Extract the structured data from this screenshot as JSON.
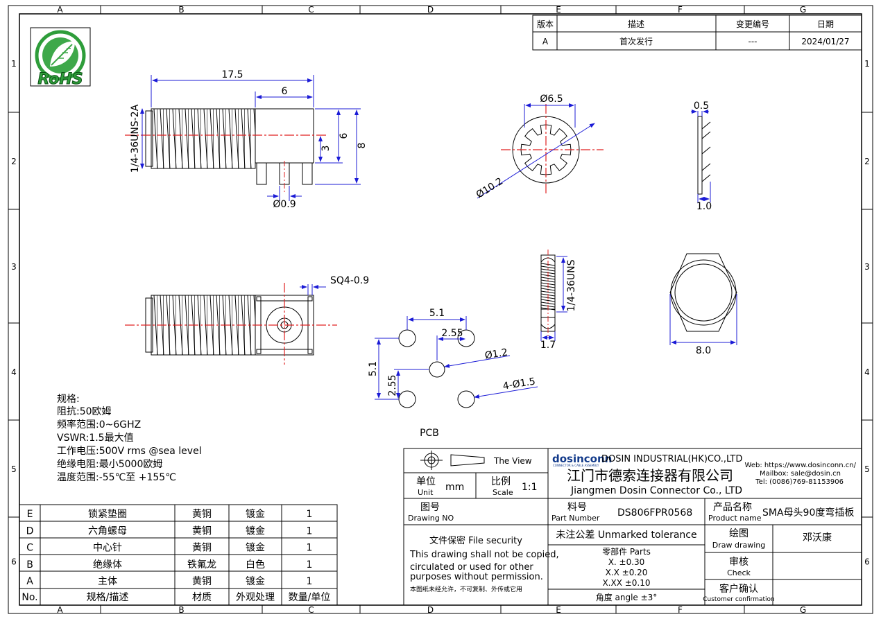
{
  "title_block": {
    "company_en": "DOSIN INDUSTRIAL(HK)CO.,LTD",
    "company_cn": "江门市德索连接器有限公司",
    "company_en2": "Jiangmen Dosin Connector Co., LTD",
    "web": "Web: https://www.dosinconn.cn/",
    "mail": "Mailbox: sale@dosin.cn",
    "tel": "Tel: (0086)769-81153906",
    "brand": "dosinconn",
    "brand_sub": "CONNECTOR & CABLE ASSEMBLY",
    "view_label": "The View",
    "unit_cn": "单位",
    "unit_en": "Unit",
    "unit_val": "mm",
    "scale_cn": "比例",
    "scale_en": "Scale",
    "scale_val": "1:1",
    "drawing_no_cn": "图号",
    "drawing_no_en": "Drawing NO",
    "part_no_cn": "料号",
    "part_no_en": "Part Number",
    "part_no_val": "DS806FPR0568",
    "product_cn": "产品名称",
    "product_en": "Product name",
    "product_val": "SMA母头90度弯插板",
    "security_title": "文件保密  File security",
    "security_l1": "This drawing shall not be copied,",
    "security_l2": "circulated or used for other",
    "security_l3": "purposes without permission.",
    "security_cn": "本图纸未经允许，不可复制、外传或它用",
    "tol_title": "未注公差 Unmarked tolerance",
    "tol_parts": "零部件 Parts",
    "tol_x": "X.  ±0.30",
    "tol_xx": "X.X  ±0.20",
    "tol_xxx": "X.XX  ±0.10",
    "tol_angle": "角度 angle  ±3°",
    "draw_cn": "绘图",
    "draw_en": "Draw drawing",
    "draw_val": "邓沃康",
    "check_cn": "审核",
    "check_en": "Check",
    "cust_cn": "客户确认",
    "cust_en": "Customer confirmation"
  },
  "revision": {
    "headers": [
      "版本",
      "描述",
      "变更编号",
      "日期"
    ],
    "rows": [
      [
        "A",
        "首次发行",
        "---",
        "2024/01/27"
      ]
    ]
  },
  "specs": {
    "title": "规格:",
    "lines": [
      "阻抗:50欧姆",
      "频率范围:0~6GHZ",
      "VSWR:1.5最大值",
      "工作电压:500V rms @sea level",
      "绝缘电阻:最小5000欧姆",
      "温度范围:-55℃至  +155℃"
    ]
  },
  "bom": {
    "headers": [
      "No.",
      "规格/描述",
      "材质",
      "外观处理",
      "数量/单位"
    ],
    "rows": [
      [
        "E",
        "锁紧垫圈",
        "黄铜",
        "镀金",
        "1"
      ],
      [
        "D",
        "六角螺母",
        "黄铜",
        "镀金",
        "1"
      ],
      [
        "C",
        "中心针",
        "黄铜",
        "镀金",
        "1"
      ],
      [
        "B",
        "绝缘体",
        "铁氟龙",
        "白色",
        "1"
      ],
      [
        "A",
        "主体",
        "黄铜",
        "镀金",
        "1"
      ]
    ]
  },
  "dims": {
    "overall_len": "17.5",
    "body_len": "6",
    "h6": "6",
    "h8": "8",
    "h3": "3",
    "pin_dia": "Ø0.9",
    "thread": "1/4-36UNS-2A",
    "washer_od": "Ø6.5",
    "washer_od2": "Ø10.2",
    "washer_t": "0.5",
    "washer_t2": "1.0",
    "nut_thread": "1/4-36UNS",
    "nut_t": "1.7",
    "nut_af": "8.0",
    "sq": "SQ4-0.9",
    "pcb_51h": "5.1",
    "pcb_255h": "2.55",
    "pcb_51v": "5.1",
    "pcb_255v": "2.55",
    "pcb_center": "Ø1.2",
    "pcb_holes": "4-Ø1.5",
    "pcb_label": "PCB"
  },
  "logo": {
    "text": "RoHS"
  },
  "frame": {
    "cols": [
      "A",
      "B",
      "C",
      "D",
      "E",
      "F",
      "G"
    ],
    "rows": [
      "1",
      "2",
      "3",
      "4",
      "5",
      "6"
    ]
  }
}
